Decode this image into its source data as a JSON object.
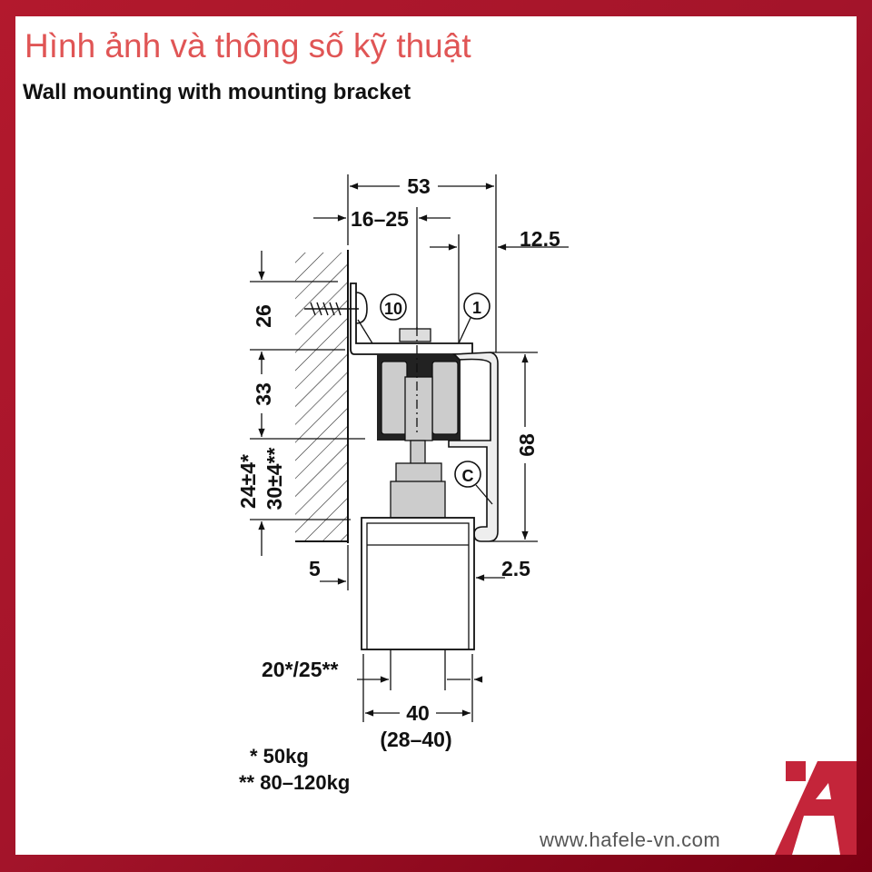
{
  "header": {
    "title": "Hình ảnh và thông số kỹ thuật",
    "subtitle": "Wall mounting with mounting bracket"
  },
  "drawing": {
    "dimensions": {
      "overall_width": "53",
      "bracket_range": "16–25",
      "offset_right": "12.5",
      "height_top": "26",
      "height_mid": "33",
      "height_bottom_50kg": "24±4*",
      "height_bottom_80kg": "30±4**",
      "track_height": "68",
      "left_gap": "5",
      "right_gap": "2.5",
      "panel_inset": "20*/25**",
      "panel_thickness": "40",
      "panel_thickness_range": "(28–40)"
    },
    "callouts": [
      "10",
      "1",
      "C"
    ]
  },
  "footnotes": [
    "* 50kg",
    "** 80–120kg"
  ],
  "footer": {
    "url": "www.hafele-vn.com",
    "logo_letter": "Ä"
  },
  "colors": {
    "frame": "#a3142a",
    "title": "#e05555",
    "logo": "#c4253a"
  }
}
